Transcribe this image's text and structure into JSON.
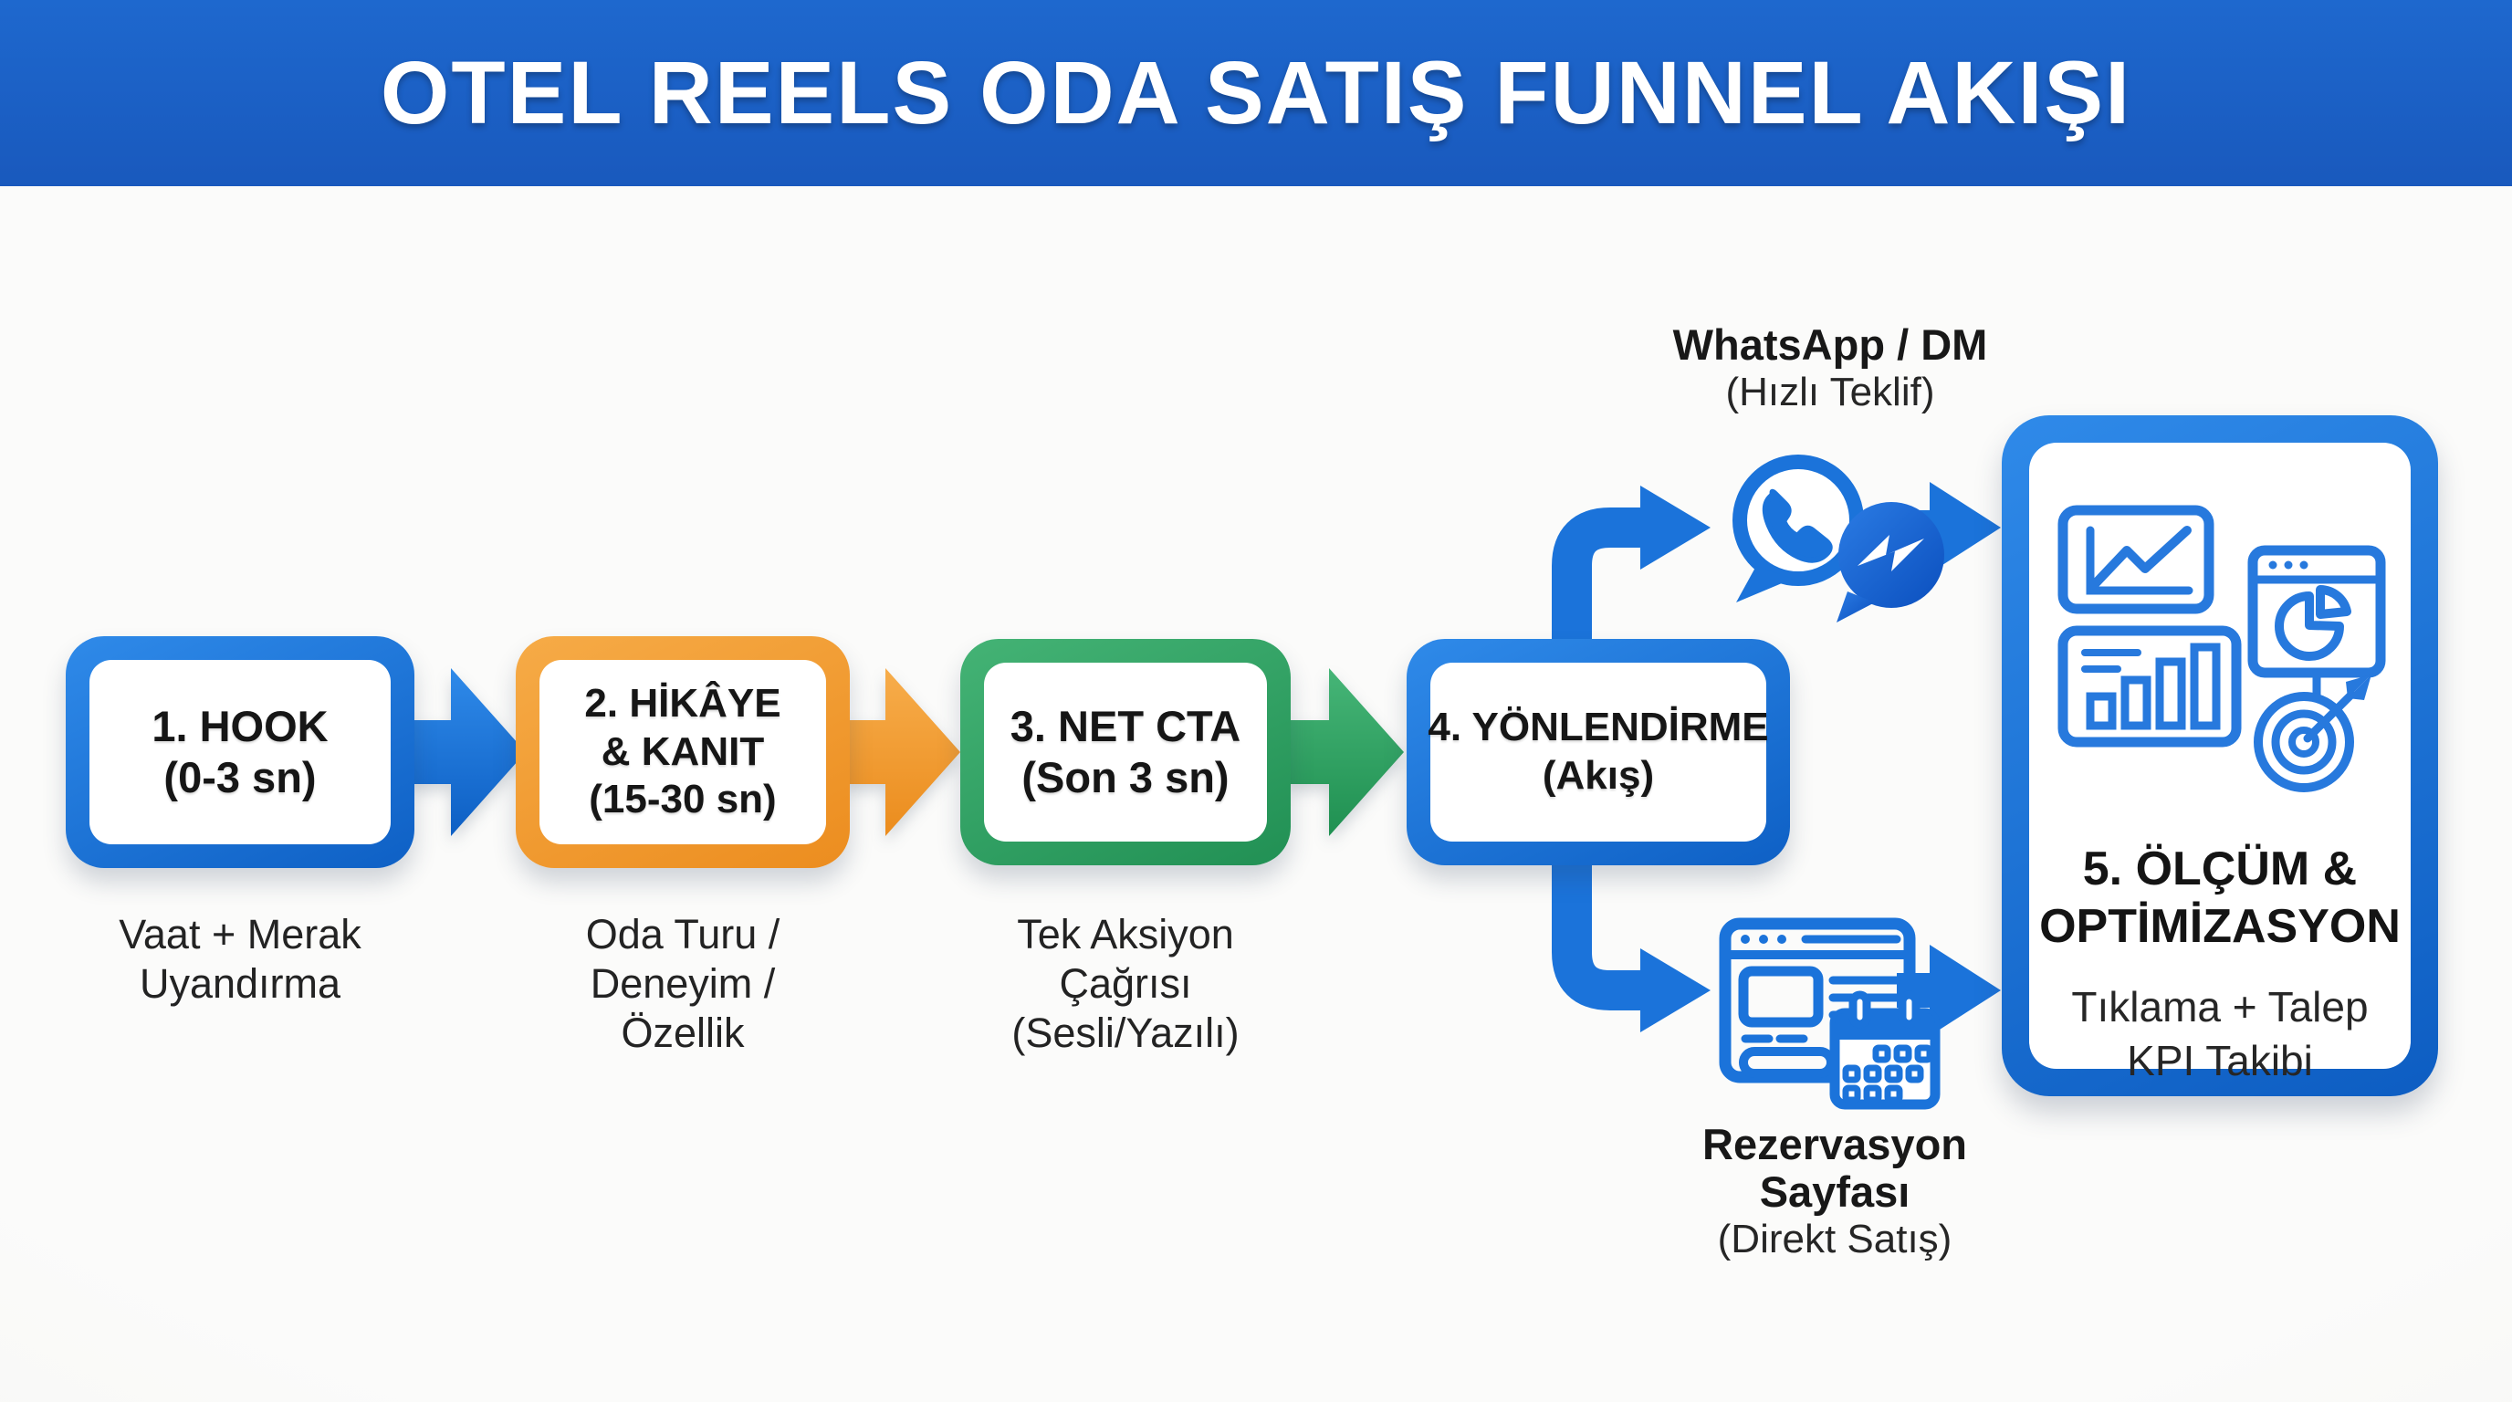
{
  "header": {
    "title": "OTEL REELS ODA SATIŞ FUNNEL AKIŞI"
  },
  "colors": {
    "header_blue": "#1e68ce",
    "blue": "#1b73da",
    "blue_dark": "#0e60c5",
    "orange": "#f09b31",
    "orange_dark": "#ec8d1f",
    "green": "#37a869",
    "green_dark": "#219054",
    "ink": "#1f1f1f",
    "bg": "#f8f8f6",
    "white": "#ffffff"
  },
  "steps": [
    {
      "lines": [
        "1. HOOK",
        "(0-3 sn)"
      ],
      "accent": "blue",
      "caption": [
        "Vaat + Merak",
        "Uyandırma"
      ]
    },
    {
      "lines": [
        "2. HİKÂYE",
        "& KANIT",
        "(15-30 sn)"
      ],
      "accent": "orange",
      "caption": [
        "Oda Turu /",
        "Deneyim /",
        "Özellik"
      ]
    },
    {
      "lines": [
        "3. NET CTA",
        "(Son 3 sn)"
      ],
      "accent": "green",
      "caption": [
        "Tek Aksiyon",
        "Çağrısı",
        "(Sesli/Yazılı)"
      ]
    },
    {
      "lines": [
        "4. YÖNLENDİRME",
        "(Akış)"
      ],
      "accent": "blue",
      "caption": []
    }
  ],
  "branch_top": {
    "title": "WhatsApp / DM",
    "subtitle": "(Hızlı Teklif)",
    "icons": [
      "whatsapp-icon",
      "messenger-icon"
    ]
  },
  "branch_bottom": {
    "title_lines": [
      "Rezervasyon",
      "Sayfası"
    ],
    "subtitle": "(Direkt Satış)",
    "icons": [
      "browser-window-icon",
      "calendar-icon"
    ]
  },
  "final": {
    "title_lines": [
      "5. ÖLÇÜM &",
      "OPTİMİZASYON"
    ],
    "subtitle_lines": [
      "Tıklama + Talep",
      "KPI Takibi"
    ],
    "icons": [
      "line-chart-icon",
      "bar-chart-icon",
      "pie-chart-window-icon",
      "target-icon"
    ]
  }
}
